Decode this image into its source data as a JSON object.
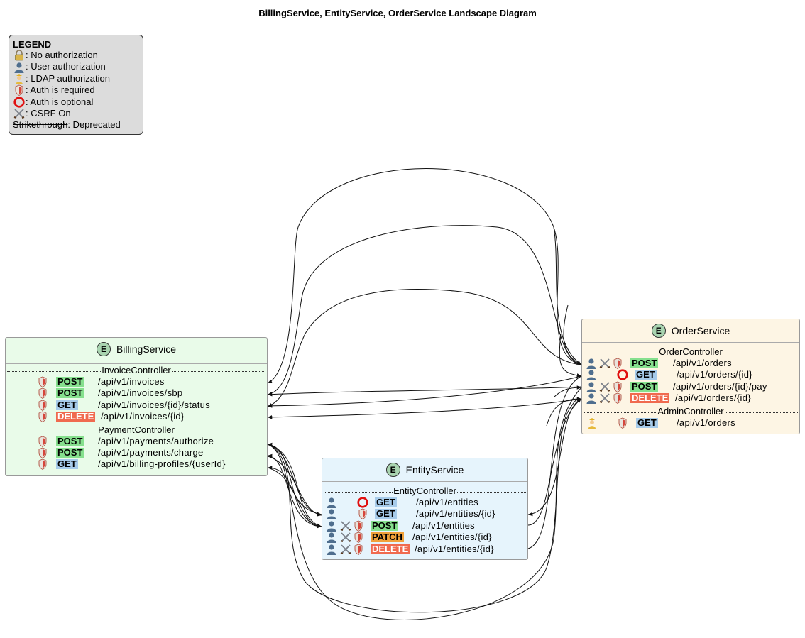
{
  "title": "BillingService, EntityService, OrderService Landscape Diagram",
  "legend": {
    "title": "LEGEND",
    "items": [
      {
        "icon": "lock-icon",
        "label": ": No authorization"
      },
      {
        "icon": "user-icon",
        "label": ": User authorization"
      },
      {
        "icon": "ldap-icon",
        "label": ": LDAP authorization"
      },
      {
        "icon": "shield-icon",
        "label": ": Auth is required"
      },
      {
        "icon": "circle-icon",
        "label": ": Auth is optional"
      },
      {
        "icon": "swords-icon",
        "label": ": CSRF On"
      }
    ],
    "deprecated_word": "Strikethrough",
    "deprecated_label": ": Deprecated"
  },
  "services": {
    "billing": {
      "badge": "E",
      "name": "BillingService",
      "color": "#e9fbe9",
      "controllers": [
        {
          "name": "InvoiceController",
          "endpoints": [
            {
              "method": "POST",
              "path": "/api/v1/invoices"
            },
            {
              "method": "POST",
              "path": "/api/v1/invoices/sbp"
            },
            {
              "method": "GET",
              "path": "/api/v1/invoices/{id}/status"
            },
            {
              "method": "DELETE",
              "path": "/api/v1/invoices/{id}"
            }
          ]
        },
        {
          "name": "PaymentController",
          "endpoints": [
            {
              "method": "POST",
              "path": "/api/v1/payments/authorize"
            },
            {
              "method": "POST",
              "path": "/api/v1/payments/charge"
            },
            {
              "method": "GET",
              "path": "/api/v1/billing-profiles/{userId}"
            }
          ]
        }
      ]
    },
    "order": {
      "badge": "E",
      "name": "OrderService",
      "color": "#fdf5e4",
      "controllers": [
        {
          "name": "OrderController",
          "endpoints": [
            {
              "method": "POST",
              "path": "/api/v1/orders"
            },
            {
              "method": "GET",
              "path": "/api/v1/orders/{id}"
            },
            {
              "method": "POST",
              "path": "/api/v1/orders/{id}/pay"
            },
            {
              "method": "DELETE",
              "path": "/api/v1/orders/{id}"
            }
          ]
        },
        {
          "name": "AdminController",
          "endpoints": [
            {
              "method": "GET",
              "path": "/api/v1/orders"
            }
          ]
        }
      ]
    },
    "entity": {
      "badge": "E",
      "name": "EntityService",
      "color": "#e6f4fc",
      "controllers": [
        {
          "name": "EntityController",
          "endpoints": [
            {
              "method": "GET",
              "path": "/api/v1/entities"
            },
            {
              "method": "GET",
              "path": "/api/v1/entities/{id}"
            },
            {
              "method": "POST",
              "path": "/api/v1/entities"
            },
            {
              "method": "PATCH",
              "path": "/api/v1/entities/{id}"
            },
            {
              "method": "DELETE",
              "path": "/api/v1/entities/{id}"
            }
          ]
        }
      ]
    }
  },
  "colors": {
    "post": "#86e08e",
    "get": "#a6cbea",
    "delete": "#f06a4f",
    "patch": "#f2a13a"
  }
}
